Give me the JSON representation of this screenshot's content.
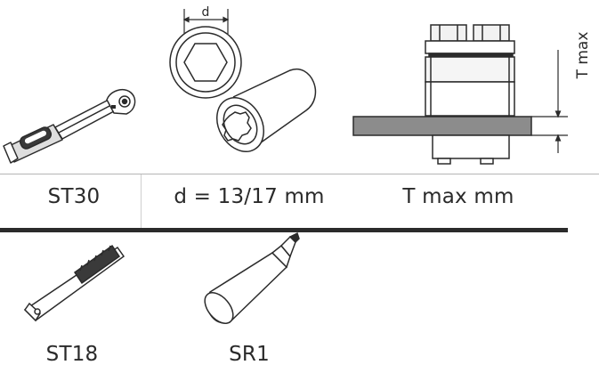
{
  "top_row": {
    "wrench_label": "ST30",
    "socket_label": "d = 13/17 mm",
    "socket_dim": "d",
    "thickness_label": "T max mm",
    "thickness_dim": "T max"
  },
  "bottom_row": {
    "brush_label": "ST18",
    "spray_label": "SR1"
  }
}
